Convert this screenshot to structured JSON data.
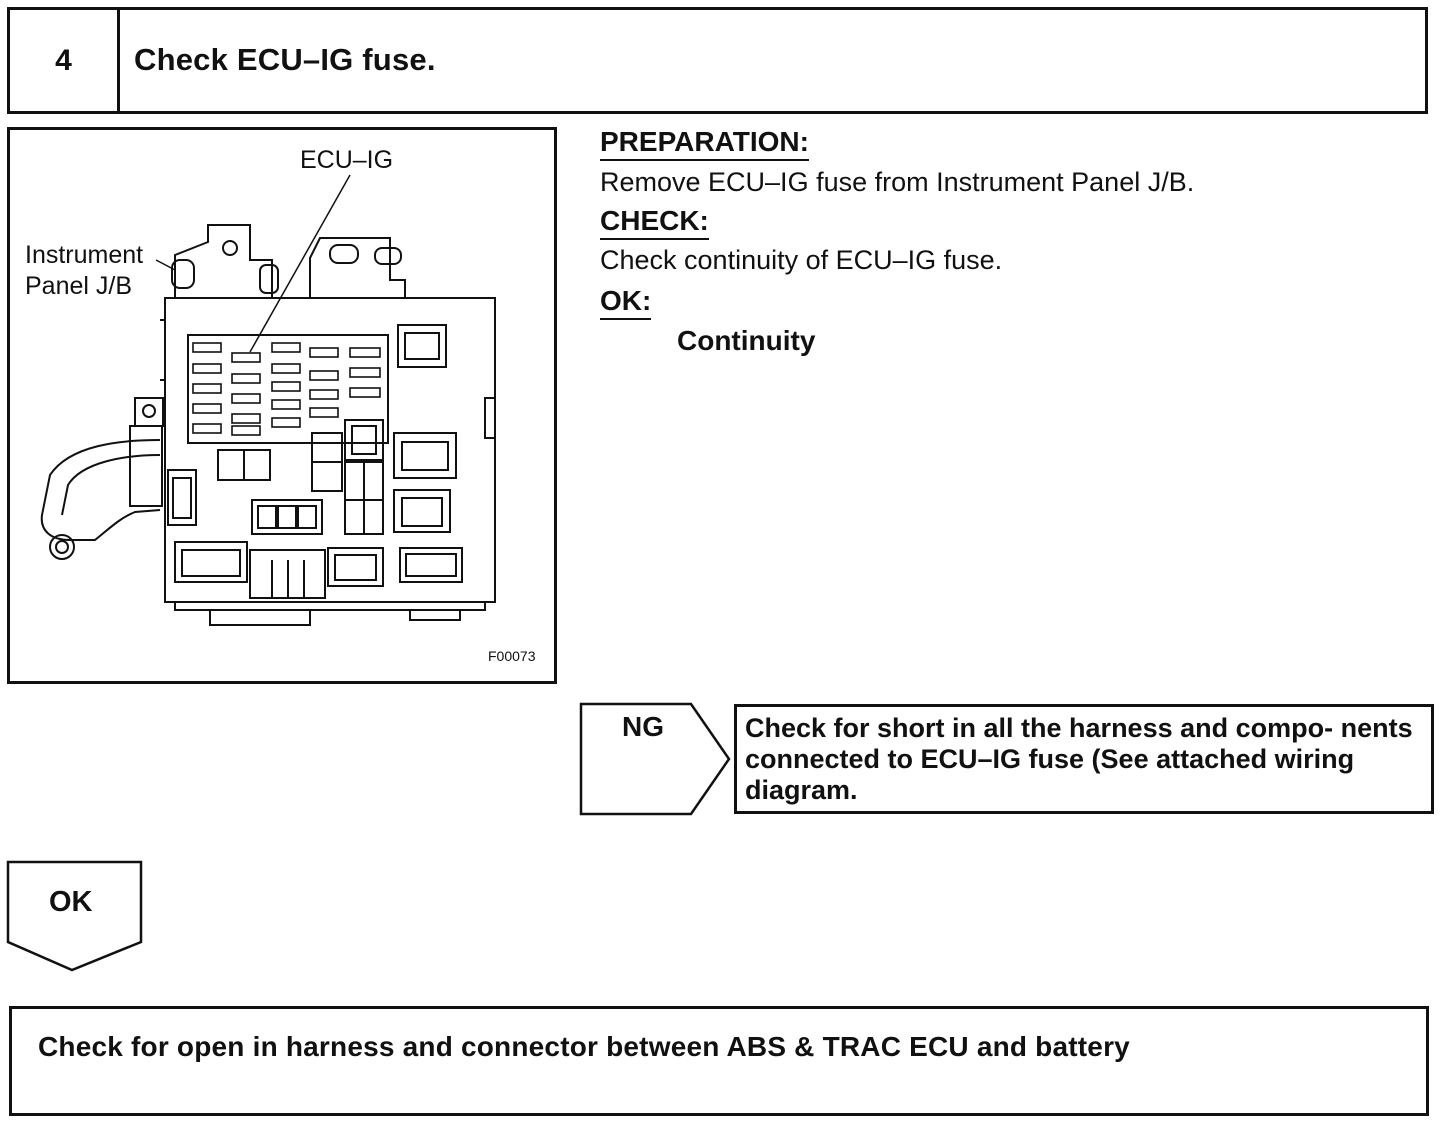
{
  "step": {
    "number": "4",
    "title": "Check ECU–IG fuse."
  },
  "figure": {
    "callout_fuse": "ECU–IG",
    "callout_jb_line1": "Instrument",
    "callout_jb_line2": "Panel J/B",
    "figure_code": "F00073"
  },
  "procedure": {
    "preparation_heading": "PREPARATION:",
    "preparation_text": "Remove ECU–IG fuse from Instrument Panel J/B.",
    "check_heading": "CHECK:",
    "check_text": "Check continuity of ECU–IG fuse.",
    "ok_heading": "OK:",
    "ok_value": "Continuity"
  },
  "branches": {
    "ng_label": "NG",
    "ng_action": "Check for short in all the harness and compo- nents connected to ECU–IG fuse (See attached wiring diagram.",
    "ok_label": "OK"
  },
  "final_action": "Check for open in harness and connector between ABS & TRAC ECU and battery"
}
